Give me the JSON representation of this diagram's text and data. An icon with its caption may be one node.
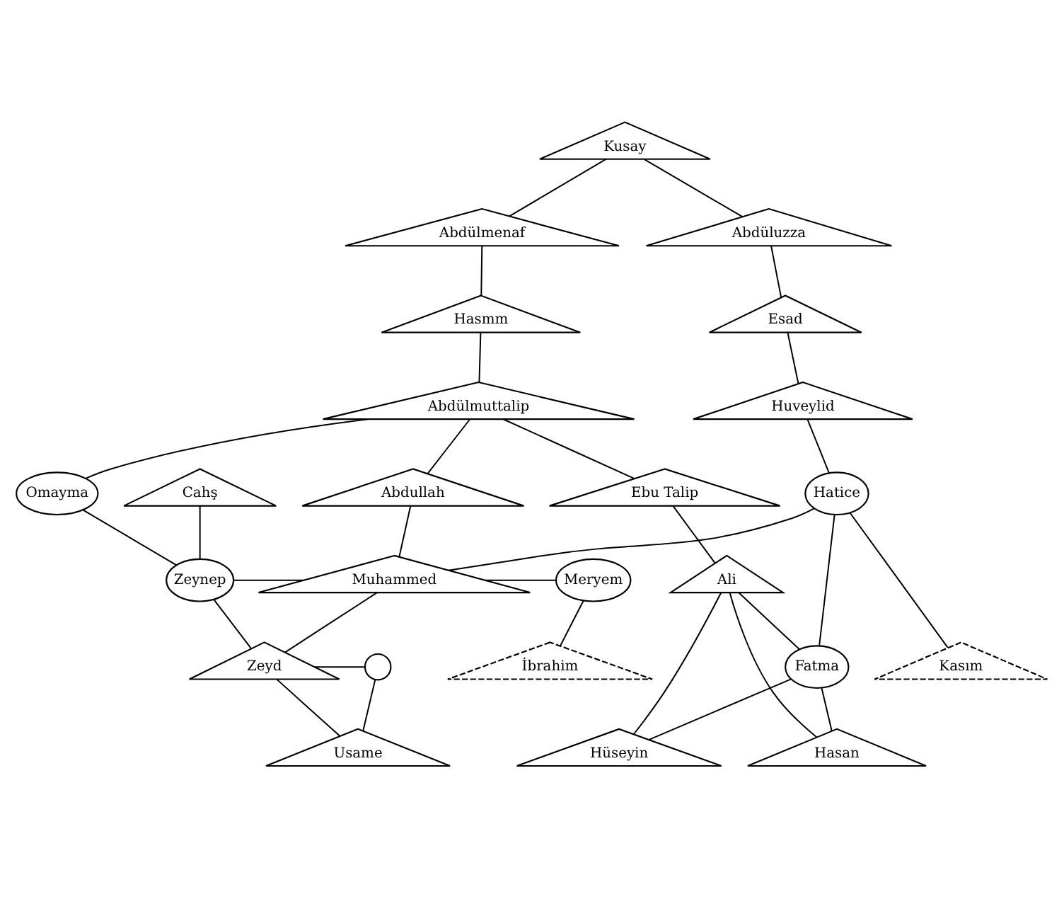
{
  "diagram": {
    "nodes": [
      {
        "text": [
          "Kusay"
        ]
      },
      {
        "text": [
          "Abdülmenaf"
        ]
      },
      {
        "text": [
          "Abdüluzza"
        ]
      },
      {
        "text": [
          "Hasmm"
        ]
      },
      {
        "text": [
          "Esad"
        ]
      },
      {
        "text": [
          "Abdülmuttalip"
        ]
      },
      {
        "text": [
          "Huveylid"
        ]
      },
      {
        "text": [
          "Cahş"
        ]
      },
      {
        "text": [
          "Omayma"
        ]
      },
      {
        "text": [
          "Abdullah"
        ]
      },
      {
        "text": [
          "Hatice"
        ]
      },
      {
        "text": [
          "Ebu Talip"
        ]
      },
      {
        "text": [
          "Zeynep"
        ]
      },
      {
        "text": [
          "Muhammed"
        ]
      },
      {
        "text": [
          "Meryem"
        ]
      },
      {
        "text": [
          "Ali"
        ]
      },
      {
        "text": [
          "Zeyd"
        ]
      },
      {
        "text": [],
        "shape": "circle"
      },
      {
        "text": [
          "İbrahim"
        ]
      },
      {
        "text": [
          "Kasım"
        ]
      },
      {
        "text": [
          "Fatma"
        ]
      },
      {
        "text": [
          "Usame"
        ]
      },
      {
        "text": [
          "Hasan"
        ]
      },
      {
        "text": [
          "Hüseyin"
        ]
      }
    ],
    "edges": [
      {
        "from": 0,
        "to": 1,
        "arrow": "none"
      },
      {
        "from": 0,
        "to": 2,
        "arrow": "none"
      },
      {
        "from": 1,
        "to": 3,
        "arrow": "none"
      },
      {
        "from": 2,
        "to": 4,
        "arrow": "none"
      },
      {
        "from": 3,
        "to": 5,
        "arrow": "none"
      },
      {
        "from": 4,
        "to": 6,
        "arrow": "none"
      },
      {
        "from": 5,
        "to": 8,
        "arrow": "none"
      },
      {
        "from": 5,
        "to": 9,
        "arrow": "none"
      },
      {
        "from": 5,
        "to": 11,
        "arrow": "none"
      },
      {
        "from": 6,
        "to": 10,
        "arrow": "none"
      },
      {
        "from": 7,
        "to": 12,
        "arrow": "none"
      },
      {
        "from": 8,
        "to": 12,
        "arrow": "none"
      },
      {
        "from": 9,
        "to": 13,
        "arrow": "none"
      },
      {
        "from": 11,
        "to": 15,
        "arrow": "none"
      },
      {
        "from": 12,
        "to": 13,
        "arrow": "none"
      },
      {
        "from": 13,
        "to": 14,
        "arrow": "none"
      },
      {
        "from": 10,
        "to": 13,
        "arrow": "none"
      },
      {
        "from": 13,
        "to": 16,
        "arrow": "none"
      },
      {
        "from": 14,
        "to": 18,
        "arrow": "none"
      },
      {
        "from": 10,
        "to": 19,
        "arrow": "none"
      },
      {
        "from": 10,
        "to": 20,
        "arrow": "none"
      },
      {
        "from": 12,
        "to": 16,
        "arrow": "none"
      },
      {
        "from": 16,
        "to": 17,
        "arrow": "none"
      },
      {
        "from": 16,
        "to": 21,
        "arrow": "none"
      },
      {
        "from": 17,
        "to": 21,
        "arrow": "none"
      },
      {
        "from": 20,
        "to": 15,
        "arrow": "none"
      },
      {
        "from": 15,
        "to": 22,
        "arrow": "none"
      },
      {
        "from": 15,
        "to": 23,
        "arrow": "none"
      },
      {
        "from": 20,
        "to": 22,
        "arrow": "none"
      },
      {
        "from": 20,
        "to": 23,
        "arrow": "none"
      }
    ]
  }
}
